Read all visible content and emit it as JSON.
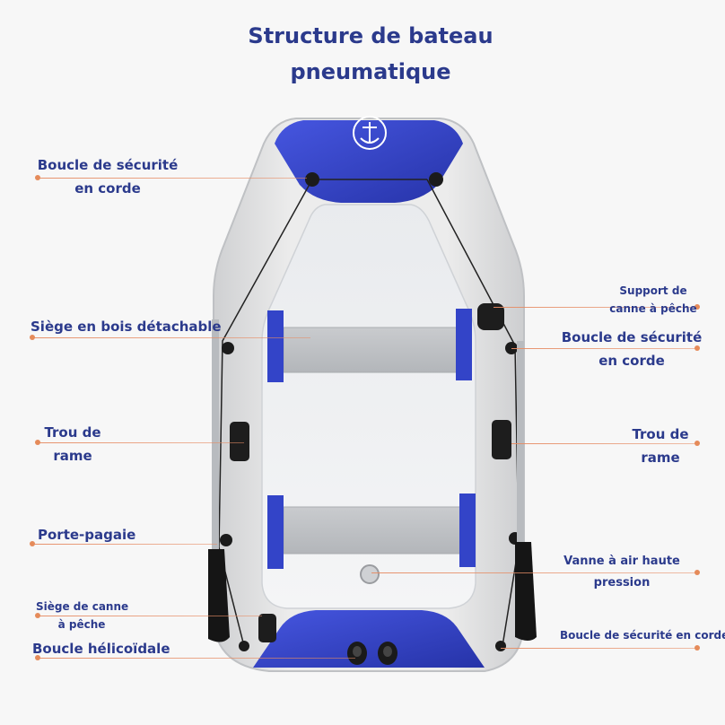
{
  "title": {
    "line1": "Structure de bateau",
    "line2": "pneumatique"
  },
  "labels": {
    "boucle_corde_left": [
      "Boucle de sécurité",
      "en corde"
    ],
    "siege_bois": "Siège en bois détachable",
    "trou_rame_left": [
      "Trou de",
      "rame"
    ],
    "porte_pagaie": "Porte-pagaie",
    "siege_canne": [
      "Siège de canne",
      "à pêche"
    ],
    "boucle_helicoidale": "Boucle hélicoïdale",
    "support_canne": [
      "Support de",
      "canne à pêche"
    ],
    "boucle_corde_right": [
      "Boucle de sécurité",
      "en corde"
    ],
    "trou_rame_right": [
      "Trou de",
      "rame"
    ],
    "vanne_air": [
      "Vanne à air haute",
      "pression"
    ],
    "boucle_corde_bottom": "Boucle de sécurité en corde"
  },
  "colors": {
    "title": "#2b3a8c",
    "boat_blue": "#2f3fc4",
    "boat_grey": "#e3e3e3",
    "leader_line": "#e58b5a"
  }
}
